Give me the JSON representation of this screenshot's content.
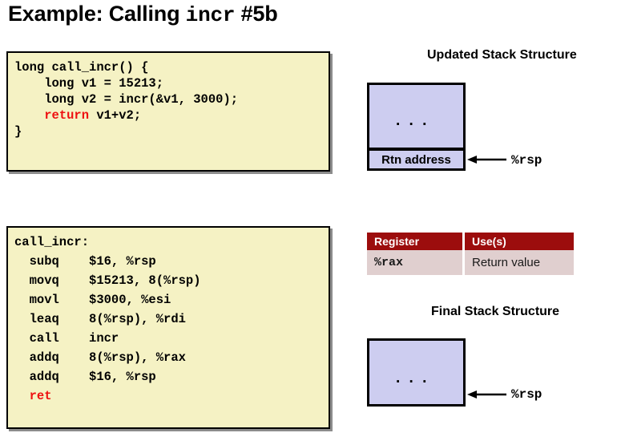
{
  "title": {
    "prefix": "Example: Calling ",
    "mono": "incr",
    "suffix": " #5b"
  },
  "c_code": {
    "lines": [
      [
        {
          "t": "long call_incr() {",
          "red": false
        }
      ],
      [
        {
          "t": "    long v1 = 15213;",
          "red": false
        }
      ],
      [
        {
          "t": "    long v2 = incr(&v1, 3000);",
          "red": false
        }
      ],
      [
        {
          "t": "    ",
          "red": false
        },
        {
          "t": "return",
          "red": true
        },
        {
          "t": " v1+v2;",
          "red": false
        }
      ],
      [
        {
          "t": "}",
          "red": false
        }
      ]
    ]
  },
  "asm_code": {
    "lines": [
      [
        {
          "t": "call_incr:",
          "red": false
        }
      ],
      [
        {
          "t": "  subq    $16, %rsp",
          "red": false
        }
      ],
      [
        {
          "t": "  movq    $15213, 8(%rsp)",
          "red": false
        }
      ],
      [
        {
          "t": "  movl    $3000, %esi",
          "red": false
        }
      ],
      [
        {
          "t": "  leaq    8(%rsp), %rdi",
          "red": false
        }
      ],
      [
        {
          "t": "  call    incr",
          "red": false
        }
      ],
      [
        {
          "t": "  addq    8(%rsp), %rax",
          "red": false
        }
      ],
      [
        {
          "t": "  addq    $16, %rsp",
          "red": false
        }
      ],
      [
        {
          "t": "  ",
          "red": false
        },
        {
          "t": "ret",
          "red": true
        }
      ]
    ]
  },
  "updated_stack": {
    "heading": "Updated Stack Structure",
    "ellipsis": ". . .",
    "rtn_label": "Rtn address",
    "pointer_label": "%rsp"
  },
  "final_stack": {
    "heading": "Final Stack Structure",
    "ellipsis": ". . .",
    "pointer_label": "%rsp"
  },
  "register_table": {
    "headers": [
      "Register",
      "Use(s)"
    ],
    "rows": [
      {
        "register": "%rax",
        "use": "Return value"
      }
    ]
  },
  "colors": {
    "code_bg": "#f5f2c4",
    "stack_fill": "#cdcdf0",
    "table_header_bg": "#9c0d0d",
    "table_row_bg": "#e0cfcf",
    "keyword_red": "#ee1111"
  }
}
